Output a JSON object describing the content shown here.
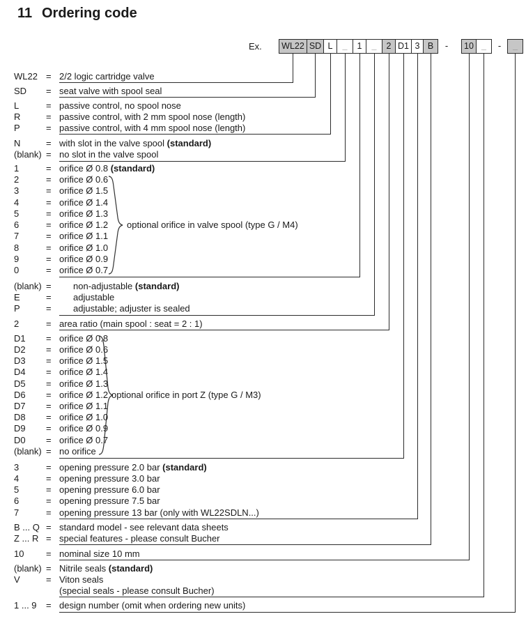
{
  "title": {
    "number": "11",
    "text": "Ordering code"
  },
  "example": {
    "prefix": "Ex.",
    "separator1": "-",
    "separator2": "-",
    "boxes": [
      {
        "label": "WL22",
        "highlighted": true
      },
      {
        "label": "SD",
        "highlighted": true
      },
      {
        "label": "L",
        "highlighted": false
      },
      {
        "label": "_",
        "highlighted": false
      },
      {
        "label": "1",
        "highlighted": false
      },
      {
        "label": "_",
        "highlighted": false
      },
      {
        "label": "2",
        "highlighted": true
      },
      {
        "label": "D1",
        "highlighted": false
      },
      {
        "label": "3",
        "highlighted": false
      },
      {
        "label": "B",
        "highlighted": true
      },
      {
        "label": "10",
        "highlighted": true
      },
      {
        "label": "_",
        "highlighted": false
      },
      {
        "label": "_",
        "highlighted": true
      }
    ]
  },
  "colors": {
    "box_highlight": "#c6c6c6",
    "line": "#2b2b2b"
  },
  "annotations": {
    "spool_orifice": "optional orifice in valve spool (type G / M4)",
    "portz_orifice": "optional orifice in port Z (type G / M3)"
  },
  "rows": [
    {
      "code": "WL22",
      "eq": "=",
      "desc": "2/2 logic cartridge valve"
    },
    {
      "code": "SD",
      "eq": "=",
      "desc": "seat valve with spool seal"
    },
    {
      "code": "L",
      "eq": "=",
      "desc": "passive control, no spool nose"
    },
    {
      "code": "R",
      "eq": "=",
      "desc": "passive control, with 2 mm spool nose (length)"
    },
    {
      "code": "P",
      "eq": "=",
      "desc": "passive control, with 4 mm spool nose (length)"
    },
    {
      "code": "N",
      "eq": "=",
      "desc": "with slot in the valve spool ",
      "bold": "(standard)"
    },
    {
      "code": "(blank)",
      "eq": "=",
      "desc": "no slot in the valve spool"
    },
    {
      "code": "1",
      "eq": "=",
      "desc": "orifice Ø 0.8 ",
      "bold": "(standard)"
    },
    {
      "code": "2",
      "eq": "=",
      "desc": "orifice Ø 0.6"
    },
    {
      "code": "3",
      "eq": "=",
      "desc": "orifice Ø 1.5"
    },
    {
      "code": "4",
      "eq": "=",
      "desc": "orifice Ø 1.4"
    },
    {
      "code": "5",
      "eq": "=",
      "desc": "orifice Ø 1.3"
    },
    {
      "code": "6",
      "eq": "=",
      "desc": "orifice Ø 1.2"
    },
    {
      "code": "7",
      "eq": "=",
      "desc": "orifice Ø 1.1"
    },
    {
      "code": "8",
      "eq": "=",
      "desc": "orifice Ø 1.0"
    },
    {
      "code": "9",
      "eq": "=",
      "desc": "orifice Ø 0.9"
    },
    {
      "code": "0",
      "eq": "=",
      "desc": "orifice Ø 0.7"
    },
    {
      "code": "(blank)",
      "eq": "=",
      "desc": "non-adjustable ",
      "bold": "(standard)"
    },
    {
      "code": "E",
      "eq": "=",
      "desc": "adjustable"
    },
    {
      "code": "P",
      "eq": "=",
      "desc": "adjustable; adjuster is sealed"
    },
    {
      "code": "2",
      "eq": "=",
      "desc": "area ratio (main spool : seat = 2 : 1)"
    },
    {
      "code": "D1",
      "eq": "=",
      "desc": "orifice Ø 0.8"
    },
    {
      "code": "D2",
      "eq": "=",
      "desc": "orifice Ø 0.6"
    },
    {
      "code": "D3",
      "eq": "=",
      "desc": "orifice Ø 1.5"
    },
    {
      "code": "D4",
      "eq": "=",
      "desc": "orifice Ø 1.4"
    },
    {
      "code": "D5",
      "eq": "=",
      "desc": "orifice Ø 1.3"
    },
    {
      "code": "D6",
      "eq": "=",
      "desc": "orifice Ø 1.2"
    },
    {
      "code": "D7",
      "eq": "=",
      "desc": "orifice Ø 1.1"
    },
    {
      "code": "D8",
      "eq": "=",
      "desc": "orifice Ø 1.0"
    },
    {
      "code": "D9",
      "eq": "=",
      "desc": "orifice Ø 0.9"
    },
    {
      "code": "D0",
      "eq": "=",
      "desc": "orifice Ø 0.7"
    },
    {
      "code": "(blank)",
      "eq": "=",
      "desc": "no orifice"
    },
    {
      "code": "3",
      "eq": "=",
      "desc": "opening pressure 2.0 bar ",
      "bold": "(standard)"
    },
    {
      "code": "4",
      "eq": "=",
      "desc": "opening pressure 3.0 bar"
    },
    {
      "code": "5",
      "eq": "=",
      "desc": "opening pressure 6.0 bar"
    },
    {
      "code": "6",
      "eq": "=",
      "desc": "opening pressure 7.5 bar"
    },
    {
      "code": "7",
      "eq": "=",
      "desc": "opening pressure 13 bar (only with WL22SDLN...)"
    },
    {
      "code": "B ... Q",
      "eq": "=",
      "desc": "standard model - see relevant data sheets"
    },
    {
      "code": "Z ... R",
      "eq": "=",
      "desc": "special features - please consult Bucher"
    },
    {
      "code": "10",
      "eq": "=",
      "desc": "nominal size 10 mm"
    },
    {
      "code": "(blank)",
      "eq": "=",
      "desc": "Nitrile seals ",
      "bold": "(standard)"
    },
    {
      "code": "V",
      "eq": "=",
      "desc": "Viton seals"
    },
    {
      "code": "",
      "eq": "",
      "desc": "(special seals - please consult Bucher)"
    },
    {
      "code": "1 ... 9",
      "eq": "=",
      "desc": "design number (omit when ordering new units)"
    }
  ]
}
